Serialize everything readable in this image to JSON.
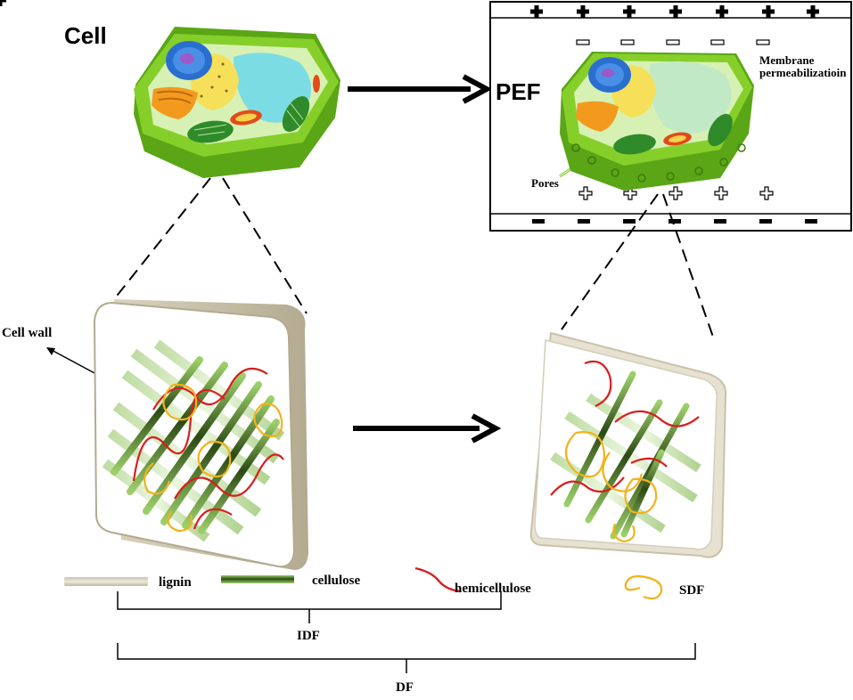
{
  "labels": {
    "cell": "Cell",
    "pef": "PEF",
    "membrane_line1": "Membrane",
    "membrane_line2": "permeabilizatioin",
    "pores": "Pores",
    "cell_wall": "Cell wall"
  },
  "legend": {
    "lignin": "lignin",
    "cellulose": "cellulose",
    "hemicellulose": "hemicellulose",
    "sdf": "SDF"
  },
  "braces": {
    "idf": "IDF",
    "df": "DF"
  },
  "colors": {
    "membrane_green": "#7cc520",
    "cytoplasm": "#cfeea8",
    "vacuole": "#6fd8e8",
    "nucleus": "#2a6fcf",
    "golgi": "#f39a1e",
    "lignin": "#d8d2c2",
    "cellulose": "#4f7a2a",
    "hemicellulose": "#d81e1e",
    "sdf": "#f2b21a"
  },
  "icons": [
    "plus-icon",
    "minus-icon",
    "arrow-right-icon"
  ]
}
